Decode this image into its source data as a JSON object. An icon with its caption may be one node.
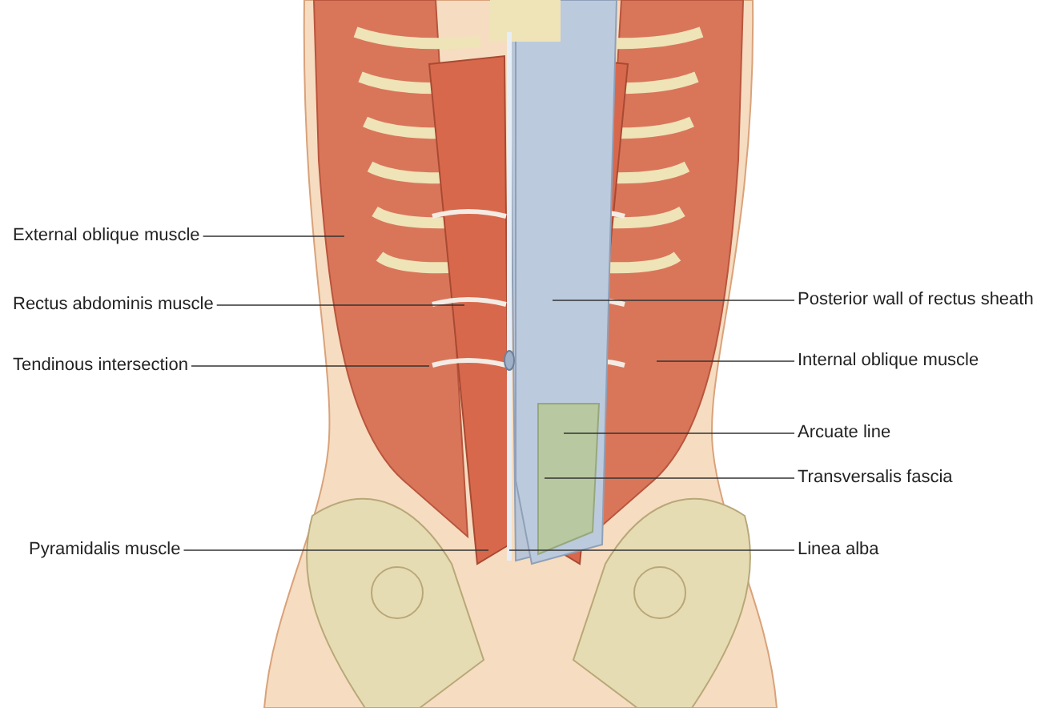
{
  "diagram": {
    "nodes": [
      {
        "text": [
          "External oblique muscle"
        ]
      },
      {
        "text": [
          "Rectus abdominis muscle"
        ]
      },
      {
        "text": [
          "Tendinous intersection"
        ]
      },
      {
        "text": [
          "Pyramidalis muscle"
        ]
      },
      {
        "text": [
          "Posterior wall of rectus sheath"
        ]
      },
      {
        "text": [
          "Internal oblique muscle"
        ]
      },
      {
        "text": [
          "Arcuate line"
        ]
      },
      {
        "text": [
          "Transversalis fascia"
        ]
      },
      {
        "text": [
          "Linea alba"
        ]
      }
    ],
    "edges": [
      {
        "from": 0,
        "to": null,
        "arrow": "none"
      },
      {
        "from": 1,
        "to": null,
        "arrow": "none"
      },
      {
        "from": 2,
        "to": null,
        "arrow": "none"
      },
      {
        "from": 3,
        "to": null,
        "arrow": "none"
      },
      {
        "from": 4,
        "to": null,
        "arrow": "none"
      },
      {
        "from": 5,
        "to": null,
        "arrow": "none"
      },
      {
        "from": 6,
        "to": null,
        "arrow": "none"
      },
      {
        "from": 7,
        "to": null,
        "arrow": "none"
      },
      {
        "from": 8,
        "to": null,
        "arrow": "none"
      }
    ]
  }
}
